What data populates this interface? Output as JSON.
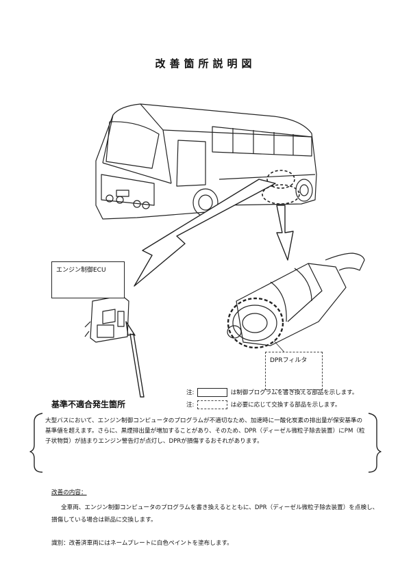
{
  "title": "改善箇所説明図",
  "labels": {
    "ecu": "エンジン制御ECU",
    "dpr": "DPRフィルタ"
  },
  "notes": {
    "prefix1": "注:",
    "text1": "は制御プログラムを書き換える部品を示します。",
    "prefix2": "注:",
    "text2": "は必要に応じて交換する部品を示します。"
  },
  "defect": {
    "heading": "基準不適合発生箇所",
    "text": "大型バスにおいて、エンジン制御コンピュータのプログラムが不適切なため、加速時に一酸化炭素の排出量が保安基準の基準値を超えます。さらに、黒煙排出量が増加することがあり、そのため、DPR（ディーゼル微粒子除去装置）にPM（粒子状物質）が詰まりエンジン警告灯が点灯し、DPRが損傷するおそれがあります。"
  },
  "improvement": {
    "heading": "改善の内容：",
    "text": "全車両、エンジン制御コンピュータのプログラムを書き換えるとともに、DPR（ディーゼル微粒子除去装置）を点検し、損傷している場合は新品に交換します。"
  },
  "marking": {
    "text": "識別：改善済車両にはネームプレートに白色ペイントを塗布します。"
  }
}
